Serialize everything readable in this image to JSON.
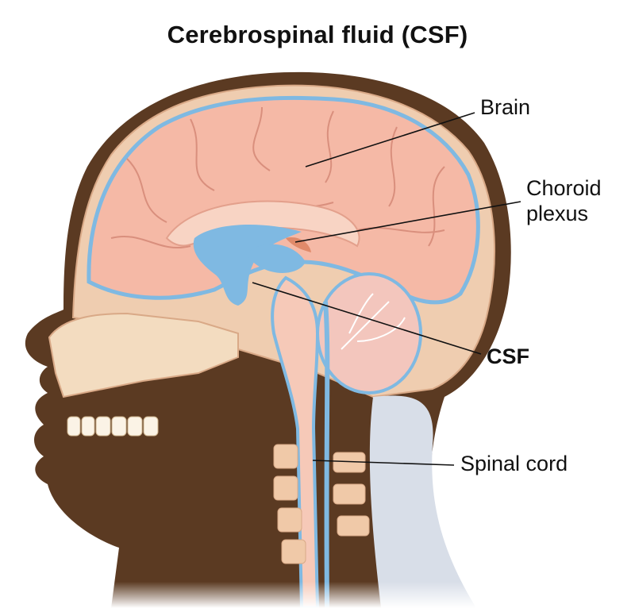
{
  "title": "Cerebrospinal fluid (CSF)",
  "labels": {
    "brain": "Brain",
    "choroid_line1": "Choroid",
    "choroid_line2": "plexus",
    "csf": "CSF",
    "spinal_cord": "Spinal cord"
  },
  "colors": {
    "skin": "#5b3a22",
    "skull": "#efcdb0",
    "brain": "#f5b9a6",
    "csf": "#7fb9e2",
    "cerebellum": "#f3c6bd",
    "leader_line": "#111111"
  }
}
